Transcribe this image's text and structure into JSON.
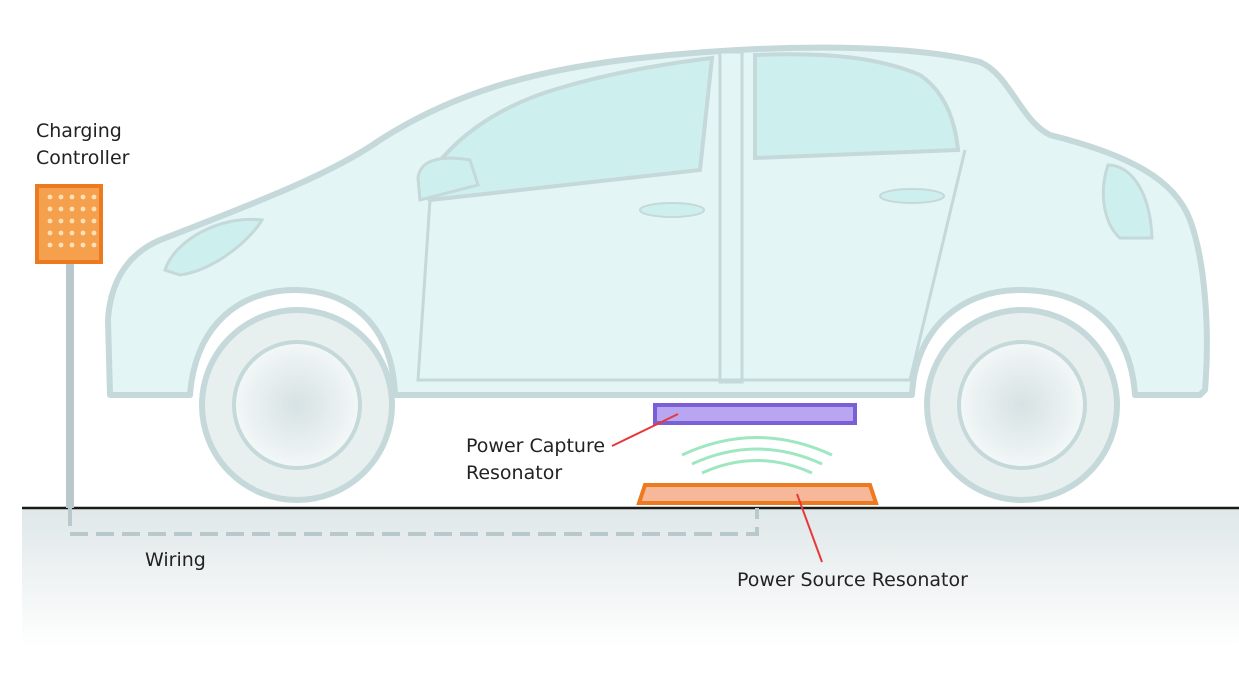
{
  "labels": {
    "charging_controller": [
      "Charging",
      "Controller"
    ],
    "power_capture_resonator": [
      "Power Capture",
      "Resonator"
    ],
    "wiring": "Wiring",
    "power_source_resonator": "Power Source Resonator"
  },
  "colors": {
    "car_body": "#e3f6f5",
    "car_outline": "#c5d8da",
    "window": "#cdf0ee",
    "tire": "#e8efef",
    "controller_fill": "#f5a04d",
    "controller_border": "#ee7a1f",
    "capture_fill": "#b9a6f0",
    "capture_border": "#7b5fd6",
    "source_fill": "#f7b89a",
    "source_border": "#ee7a1f",
    "wave": "#9fe7c0",
    "leader_line": "#e8383c",
    "ground": "#1a1a1a",
    "wiring": "#b8c8cc"
  }
}
